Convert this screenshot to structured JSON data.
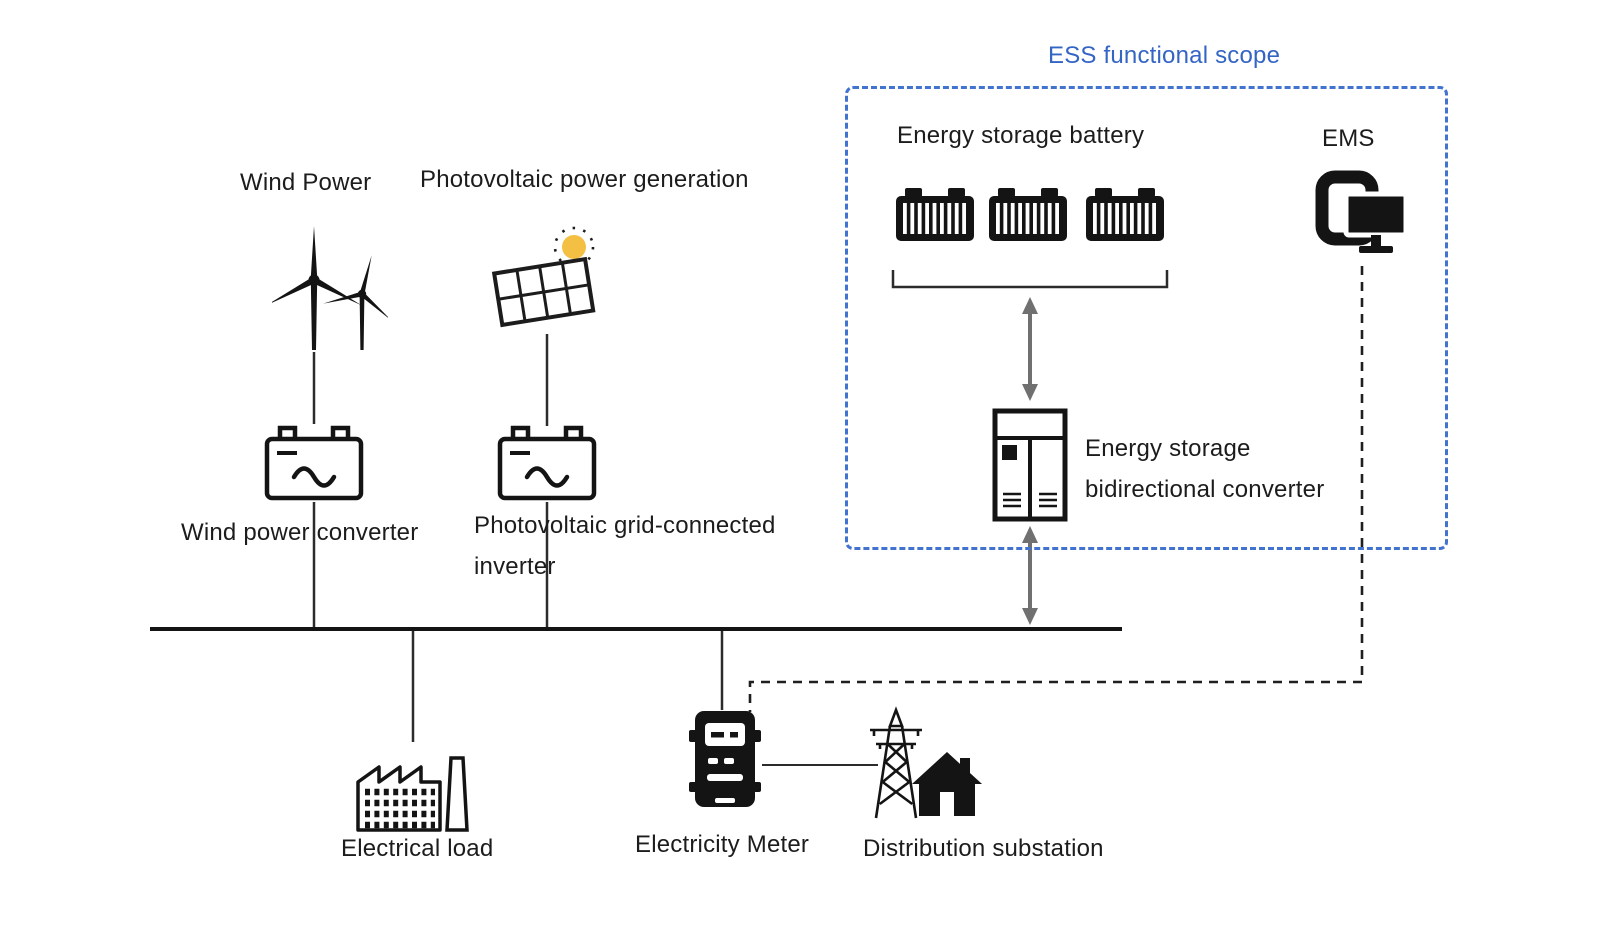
{
  "ess": {
    "scope_label": "ESS functional scope",
    "battery_label": "Energy storage battery",
    "ems_label": "EMS",
    "converter_label_line1": "Energy storage",
    "converter_label_line2": "bidirectional converter"
  },
  "sources": {
    "wind": {
      "label": "Wind Power",
      "converter_label": "Wind power converter"
    },
    "pv": {
      "label": "Photovoltaic power generation",
      "inverter_label_line1": "Photovoltaic grid-connected",
      "inverter_label_line2": "inverter"
    }
  },
  "grid": {
    "load_label": "Electrical load",
    "meter_label": "Electricity Meter",
    "substation_label": "Distribution substation"
  },
  "icons": [
    "wind-turbine-icon",
    "solar-panel-icon",
    "sun-icon",
    "battery-icon",
    "ems-icon",
    "bidirectional-converter-icon",
    "wind-converter-icon",
    "pv-inverter-icon",
    "factory-icon",
    "electricity-meter-icon",
    "substation-icon"
  ],
  "colors": {
    "accent_blue": "#3465c5",
    "diagram_black": "#141414",
    "arrow_gray": "#707070",
    "sun_yellow": "#f3c043"
  }
}
